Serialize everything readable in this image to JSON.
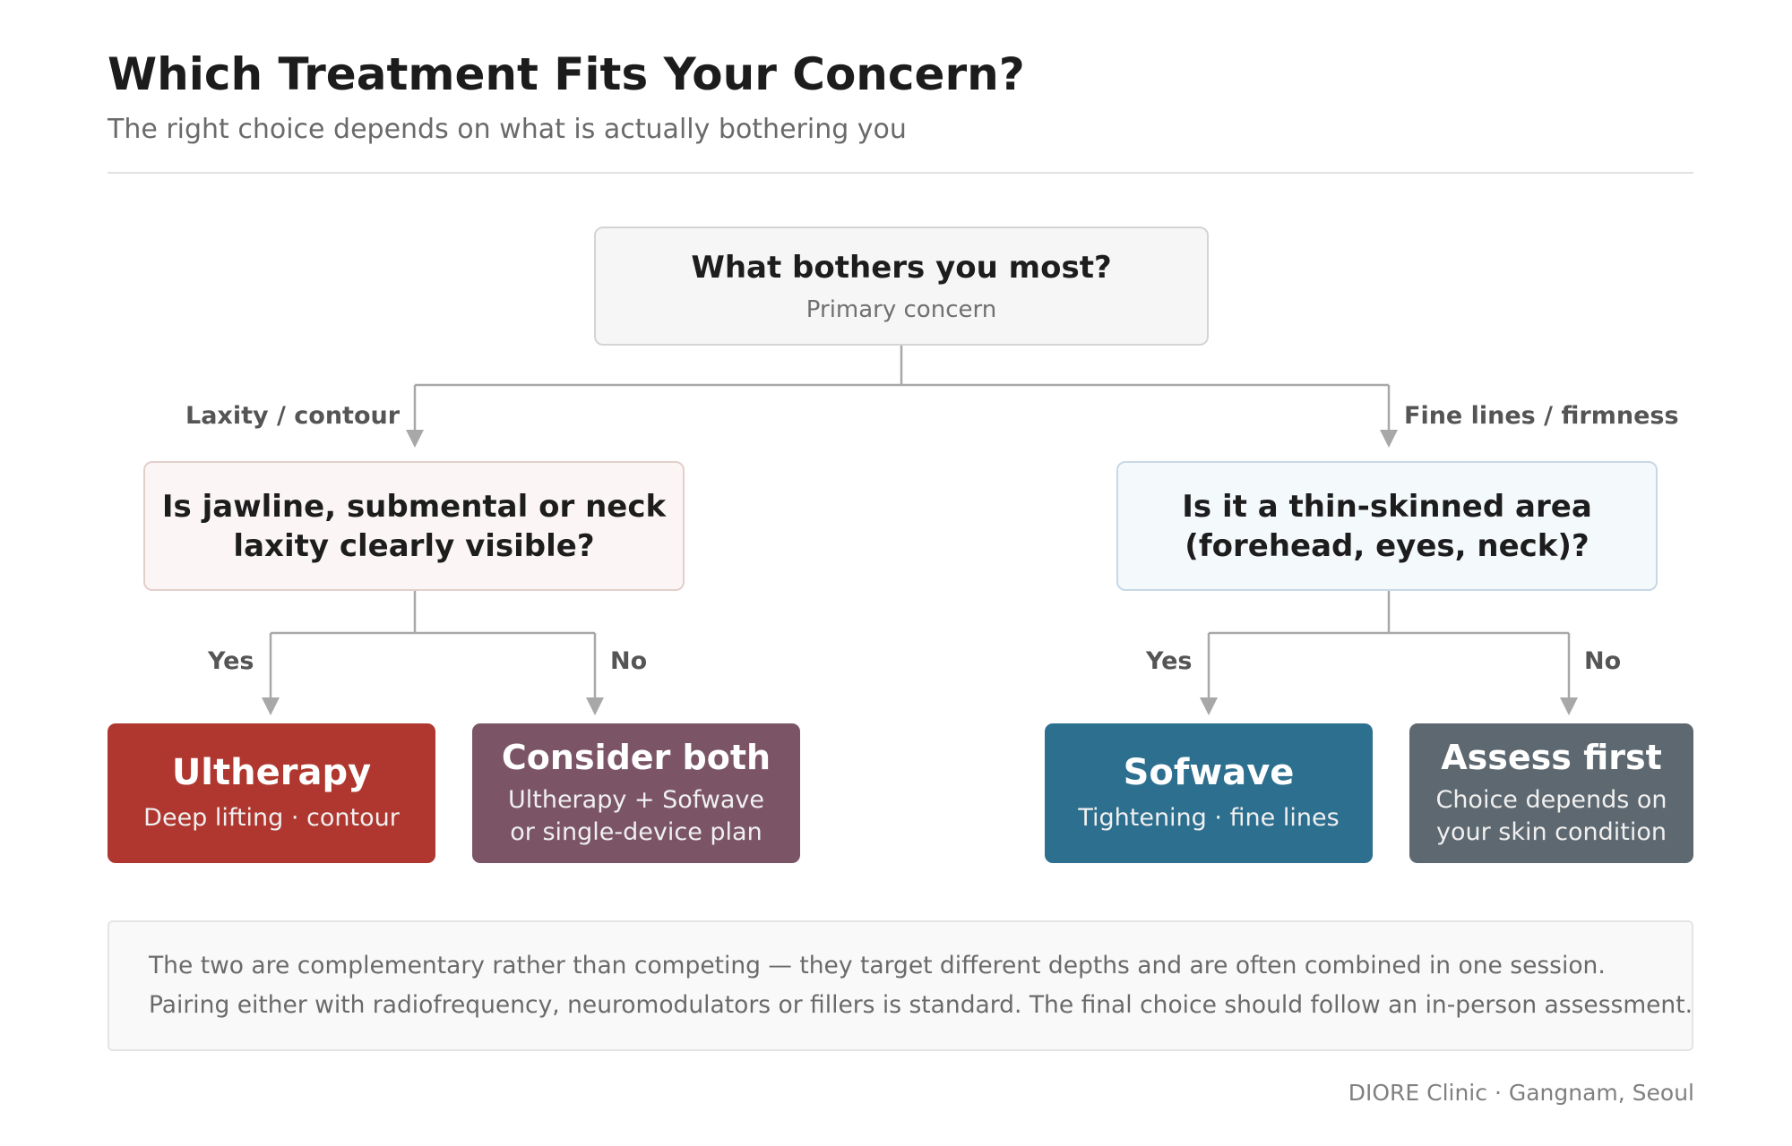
{
  "header": {
    "title": "Which Treatment Fits Your Concern?",
    "subtitle": "The right choice depends on what is actually bothering you"
  },
  "root": {
    "question": "What bothers you most?",
    "caption": "Primary concern"
  },
  "branches": {
    "left_label": "Laxity / contour",
    "right_label": "Fine lines / firmness"
  },
  "left_question": {
    "text": "Is jawline, submental or neck\nlaxity clearly visible?",
    "yes_label": "Yes",
    "no_label": "No"
  },
  "right_question": {
    "text": "Is it a thin-skinned area\n(forehead, eyes, neck)?",
    "yes_label": "Yes",
    "no_label": "No"
  },
  "outcomes": {
    "ultherapy": {
      "name": "Ultherapy",
      "desc": "Deep lifting · contour",
      "color": "#af372f"
    },
    "both": {
      "name": "Consider both",
      "desc": "Ultherapy + Sofwave\nor single-device plan",
      "color": "#7b5566"
    },
    "sofwave": {
      "name": "Sofwave",
      "desc": "Tightening · fine lines",
      "color": "#2d6f8f"
    },
    "assess": {
      "name": "Assess first",
      "desc": "Choice depends on\nyour skin condition",
      "color": "#5e6870"
    }
  },
  "note": {
    "line1": "The two are complementary rather than competing — they target different depths and are often combined in one session.",
    "line2": "Pairing either with radiofrequency, neuromodulators or fillers is standard. The final choice should follow an in-person assessment."
  },
  "footer": {
    "credit": "DIORE Clinic · Gangnam, Seoul"
  }
}
